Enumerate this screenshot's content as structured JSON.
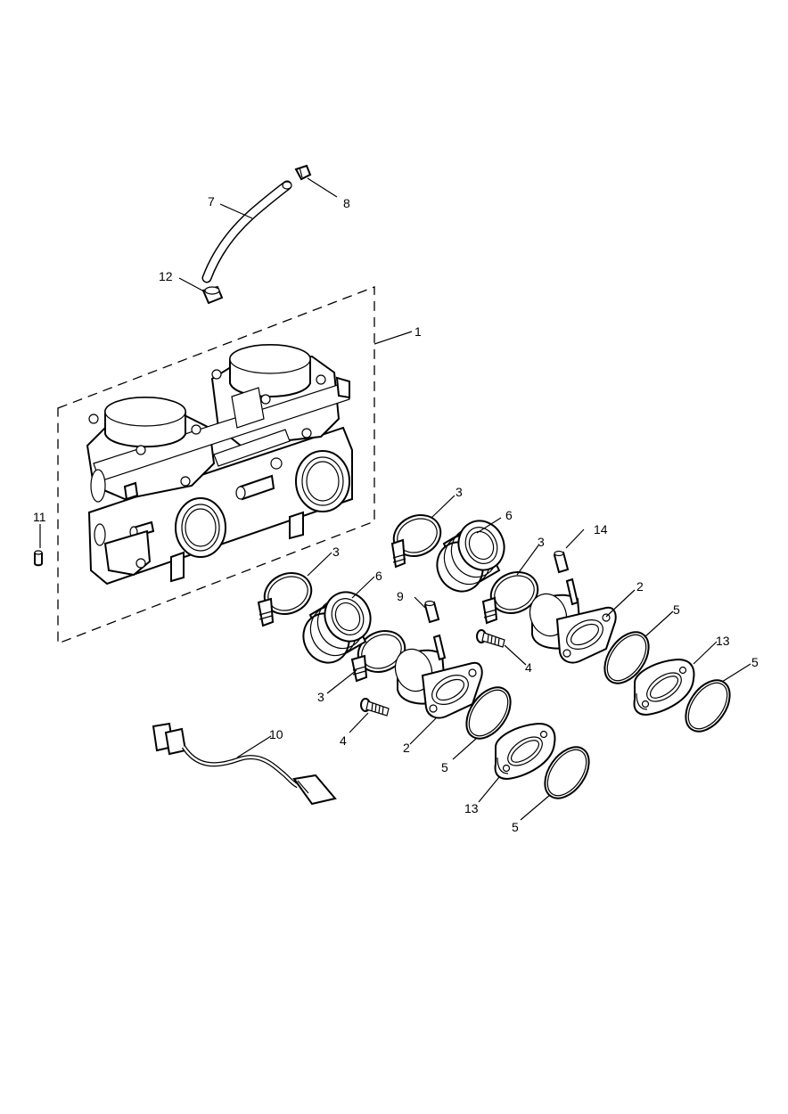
{
  "callouts": {
    "c1": "1",
    "c2a": "2",
    "c2b": "2",
    "c3a": "3",
    "c3b": "3",
    "c3c": "3",
    "c3d": "3",
    "c4a": "4",
    "c4b": "4",
    "c5a": "5",
    "c5b": "5",
    "c5c": "5",
    "c5d": "5",
    "c6a": "6",
    "c6b": "6",
    "c7": "7",
    "c8": "8",
    "c9": "9",
    "c10": "10",
    "c11": "11",
    "c12": "12",
    "c13a": "13",
    "c13b": "13",
    "c14": "14"
  }
}
